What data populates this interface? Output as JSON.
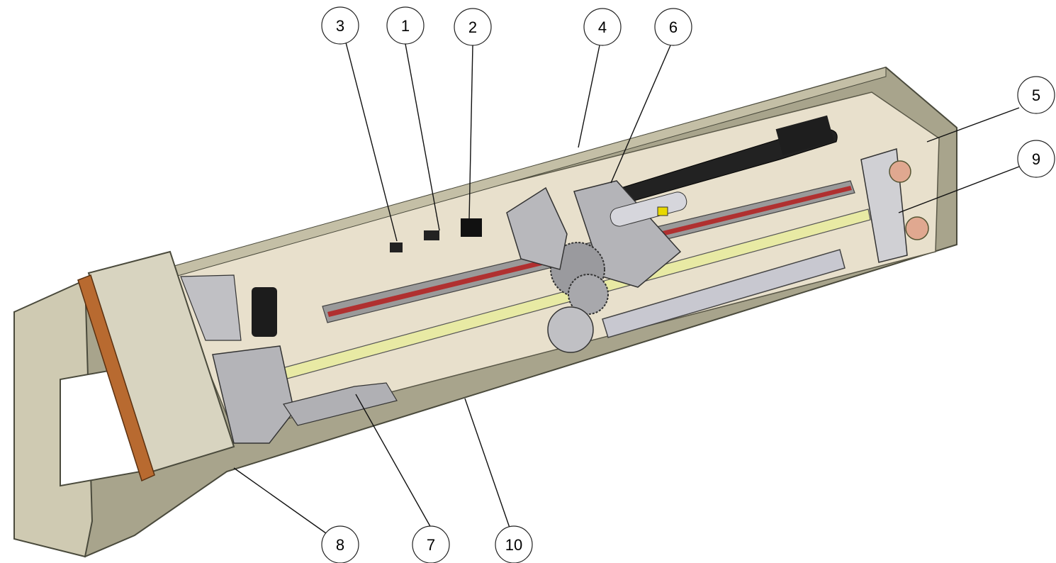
{
  "callouts": [
    {
      "id": "3",
      "label": "3"
    },
    {
      "id": "1",
      "label": "1"
    },
    {
      "id": "2",
      "label": "2"
    },
    {
      "id": "4",
      "label": "4"
    },
    {
      "id": "6",
      "label": "6"
    },
    {
      "id": "5",
      "label": "5"
    },
    {
      "id": "9",
      "label": "9"
    },
    {
      "id": "8",
      "label": "8"
    },
    {
      "id": "7",
      "label": "7"
    },
    {
      "id": "10",
      "label": "10"
    }
  ],
  "colors": {
    "housing_outer": "#a8a48c",
    "housing_inner": "#e8e0cc",
    "housing_edge": "#4a4a3c",
    "rail_yellow": "#e8eaa4",
    "rail_red": "#b03030",
    "rail_gray": "#7a7a7a",
    "plate_gray": "#b4b4b8",
    "cylinder": "#c8c8d0",
    "cable_chain": "#222222",
    "knob": "#e0a890",
    "wood": "#b86a30",
    "cover": "#d8d4c0"
  }
}
